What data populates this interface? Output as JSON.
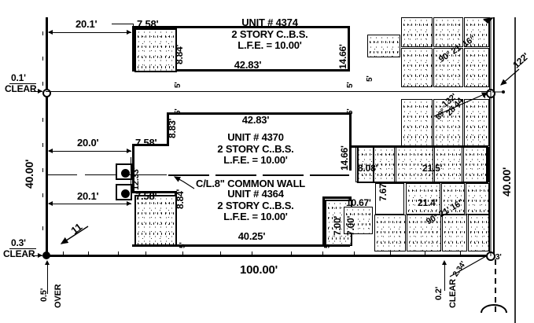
{
  "drawing": {
    "type": "survey-site-plan",
    "title_units": [
      "UNIT # 4374",
      "UNIT # 4370",
      "UNIT # 4364"
    ]
  },
  "units": {
    "top": {
      "name": "UNIT # 4374",
      "stories": "2 STORY  C..B.S.",
      "lfe": "L.F.E. = 10.00'",
      "front_width": "42.83'",
      "side_depth": "14.66'",
      "porch_depth": "8.84'",
      "porch_width": "7.58'",
      "setback": "20.1'"
    },
    "middle": {
      "name": "UNIT # 4370",
      "stories": "2 STORY  C..B.S.",
      "lfe": "L.F.E. = 10.00'",
      "front_width": "42.83'",
      "side_depth": "14.66'",
      "porch_depth": "8.83'",
      "porch_width": "7.58'",
      "setback": "20.0'"
    },
    "bottom": {
      "name": "UNIT # 4364",
      "stories": "2 STORY  C..B.S.",
      "lfe": "L.F.E. = 10.00'",
      "front_width": "40.25'",
      "porch_depth": "8.84'",
      "porch_width": "7.58'",
      "setback": "20.1'"
    }
  },
  "common_wall": {
    "label": "C/L.8\" COMMON WALL"
  },
  "dimensions": {
    "lot_width_bottom": "100.00'",
    "lot_depth_left": "40.00'",
    "lot_depth_right": "40.00'",
    "offset_left_top": "0.1'",
    "offset_left_top_note": "CLEAR",
    "offset_left_bottom": "0.3'",
    "offset_left_bottom_note": "CLEAR",
    "offset_bottom": "0.5'",
    "offset_bottom_note": "OVER",
    "offset_right": "0.2'",
    "offset_right_note": "CLEAR",
    "meter_offset": "12.33'",
    "swale_top_1": "5'",
    "swale_top_2": "5'",
    "swale_top_3": "5'",
    "swale_top_4": "5'",
    "swale_bottom_1": "5'",
    "swale_bottom_2": "5'",
    "swale_right_1": "5'",
    "swale_right_2": "5'",
    "drive_a": "8.08'",
    "drive_b": "21.5'",
    "drive_c": "21.4'",
    "drive_d": "7.67'",
    "drive_e": "10.67'",
    "drive_f": "7.00'",
    "drive_g": "7.00'",
    "right_of_way": "122'",
    "curb_3": "3'",
    "corner_offset": "2.34'"
  },
  "bearings": {
    "top": "90° 21' 16\"",
    "bottom": "90° 21' 16\"",
    "tie_1": "132'",
    "tie_2": "28 44",
    "tie_3": "89°",
    "north_mark": "11"
  },
  "symbols": {
    "meter_1": "utility-meter",
    "meter_2": "utility-meter",
    "node_left": "boundary-corner-node",
    "node_right_top": "boundary-corner-node",
    "node_right_bottom": "boundary-corner-node"
  }
}
